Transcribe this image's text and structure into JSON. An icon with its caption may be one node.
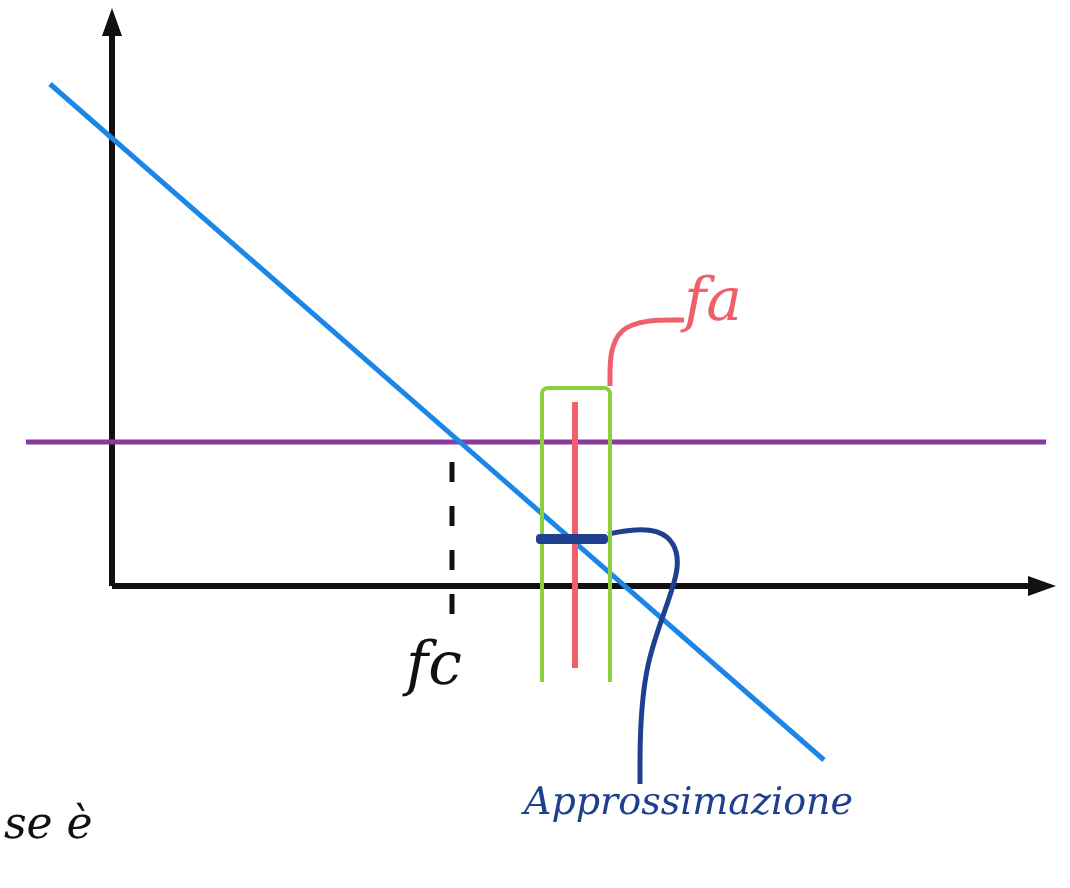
{
  "diagram": {
    "nodes": [
      {
        "text": [
          "fa"
        ]
      },
      {
        "text": [],
        "shape": "box"
      },
      {
        "text": [
          "Approssimazione"
        ]
      },
      {
        "text": [],
        "shape": "bar",
        "in": 1
      }
    ],
    "edges": [
      {
        "from": 0,
        "to": 1,
        "arrow": "none",
        "color": "#f0606a"
      },
      {
        "from": 2,
        "to": 3,
        "arrow": "none",
        "color": "#1f3f8f"
      }
    ],
    "labels": [
      "fc",
      "se è"
    ]
  }
}
